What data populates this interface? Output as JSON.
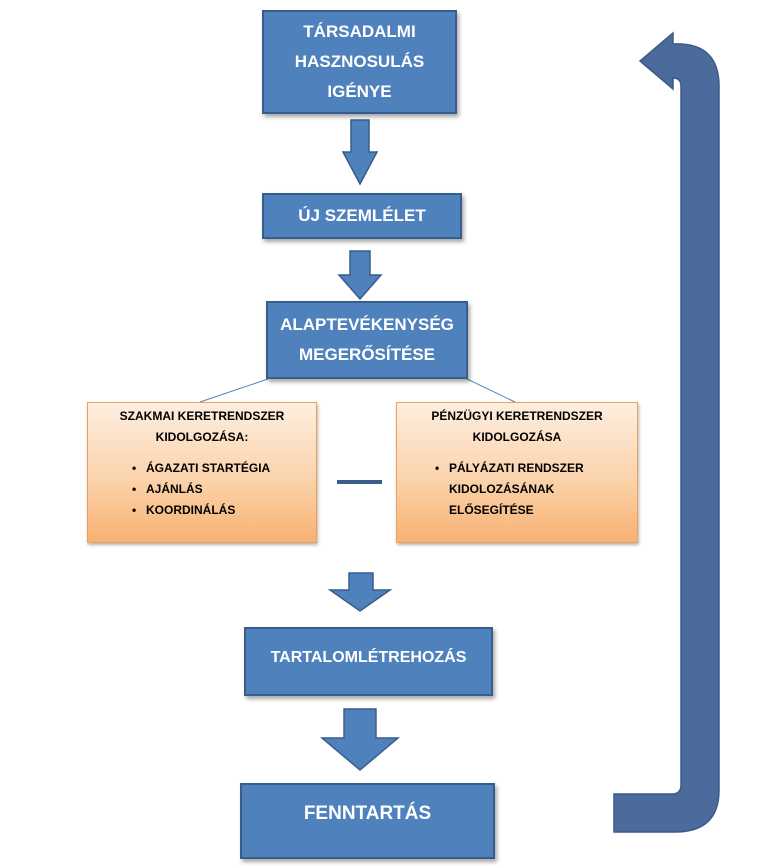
{
  "boxes": {
    "social_need": [
      "TÁRSADALMI",
      "HASZNOSULÁS",
      "IGÉNYE"
    ],
    "new_view": "ÚJ SZEMLÉLET",
    "core_activity": [
      "ALAPTEVÉKENYSÉG",
      "MEGERŐSÍTÉSE"
    ],
    "content_creation": "TARTALOMLÉTREHOZÁS",
    "maintenance": "FENNTARTÁS"
  },
  "professional_framework": {
    "title": [
      "SZAKMAI KERETRENDSZER",
      "KIDOLGOZÁSA:"
    ],
    "items": [
      "ÁGAZATI STARTÉGIA",
      "AJÁNLÁS",
      "KOORDINÁLÁS"
    ]
  },
  "financial_framework": {
    "title": [
      "PÉNZÜGYI KERETRENDSZER",
      "KIDOLGOZÁSA"
    ],
    "items": [
      [
        "PÁLYÁZATI RENDSZER",
        "KIDOLOZÁSÁNAK",
        "ELŐSEGÍTÉSE"
      ]
    ]
  },
  "bullet_symbol": "•",
  "colors": {
    "box_fill": "#4f81bd",
    "box_border": "#385d8a",
    "box_text": "#ffffff",
    "framework_fill_top": "#fdeee0",
    "framework_fill_bottom": "#f8b173",
    "return_arrow": "#4a6b9c"
  }
}
